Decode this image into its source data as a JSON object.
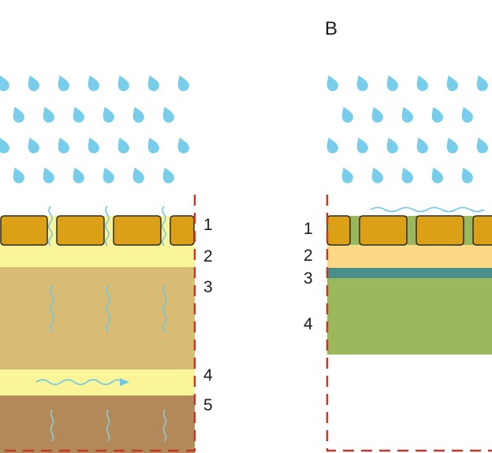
{
  "panels": [
    {
      "id": "A",
      "title": "",
      "layer_numbers": [
        "1",
        "2",
        "3",
        "4",
        "5"
      ]
    },
    {
      "id": "B",
      "title": "B",
      "layer_numbers": [
        "1",
        "2",
        "3",
        "4"
      ]
    }
  ],
  "colors": {
    "rain": "#78cdea",
    "paver": "#dca016",
    "paver_stroke": "#2b2b2b",
    "bedding_light_yellow": "#fbf59a",
    "base_tan": "#d9bc73",
    "subgrade_brown": "#b28a5a",
    "b_bedding": "#fbd987",
    "b_teal": "#4a8e8a",
    "b_green": "#9bb85c",
    "water_line": "#6fc6e8",
    "boundary_dash": "#c0392b"
  }
}
